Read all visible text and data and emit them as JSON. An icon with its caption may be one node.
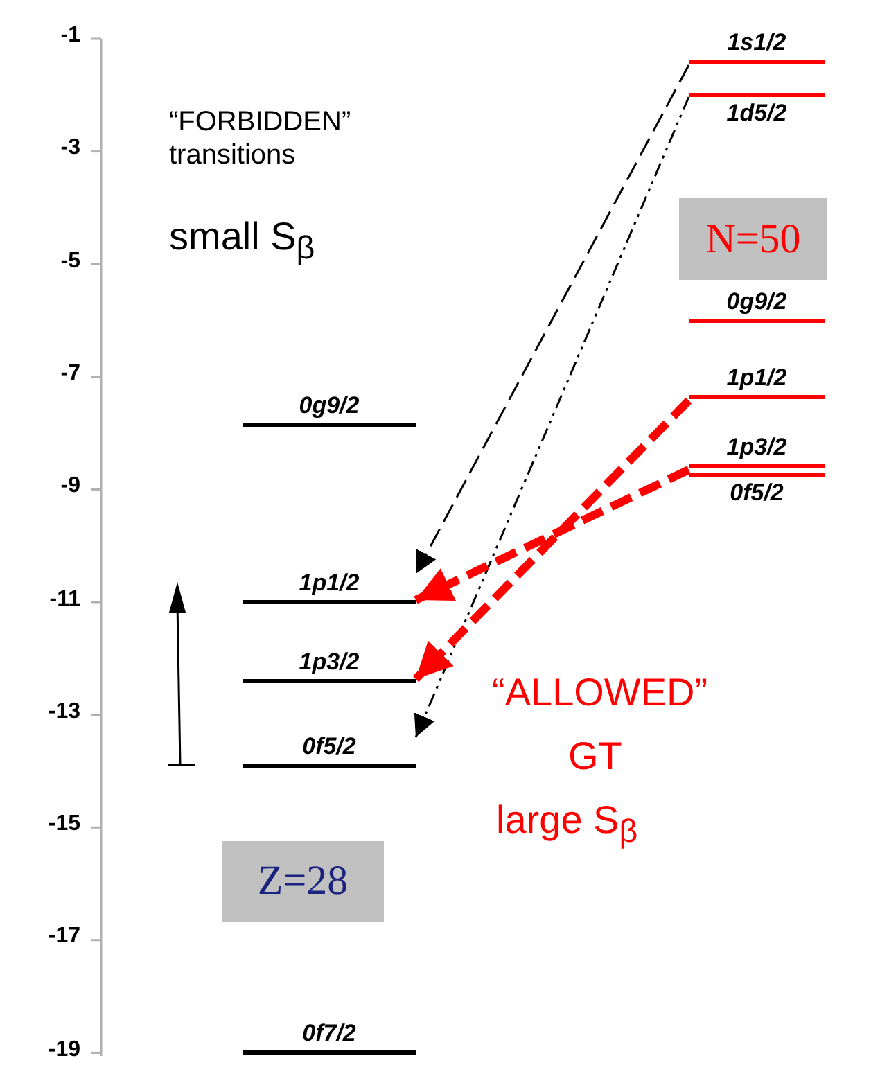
{
  "diagram": {
    "nodes": [
      {
        "text": [
          "0g9/2"
        ]
      },
      {
        "text": [
          "1p1/2"
        ]
      },
      {
        "text": [
          "1p3/2"
        ]
      },
      {
        "text": [
          "0f5/2"
        ]
      },
      {
        "text": [
          "0f7/2"
        ]
      },
      {
        "text": [
          "Z=28"
        ]
      },
      {
        "text": [
          "1s1/2"
        ]
      },
      {
        "text": [
          "1d5/2"
        ]
      },
      {
        "text": [
          "N=50"
        ]
      },
      {
        "text": [
          "0g9/2"
        ]
      },
      {
        "text": [
          "1p1/2"
        ]
      },
      {
        "text": [
          "1p3/2"
        ]
      },
      {
        "text": [
          "0f5/2"
        ]
      }
    ],
    "edges": [
      {
        "from": 6,
        "to": 1,
        "arrow": "to",
        "style": "dashed"
      },
      {
        "from": 7,
        "to": 3,
        "arrow": "to",
        "style": "dashed"
      },
      {
        "from": 10,
        "to": 2,
        "arrow": "to",
        "style": "dashed",
        "color": "#ff0000"
      },
      {
        "from": 11,
        "to": 1,
        "arrow": "to",
        "style": "dashed",
        "color": "#ff0000"
      }
    ],
    "labels": [
      "-1",
      "-3",
      "-5",
      "-7",
      "-9",
      "-11",
      "-13",
      "-15",
      "-17",
      "-19",
      "“FORBIDDEN” transitions",
      "small S$_{β}$",
      "“ALLOWED”",
      "GT",
      "large S$_{β}$"
    ]
  }
}
